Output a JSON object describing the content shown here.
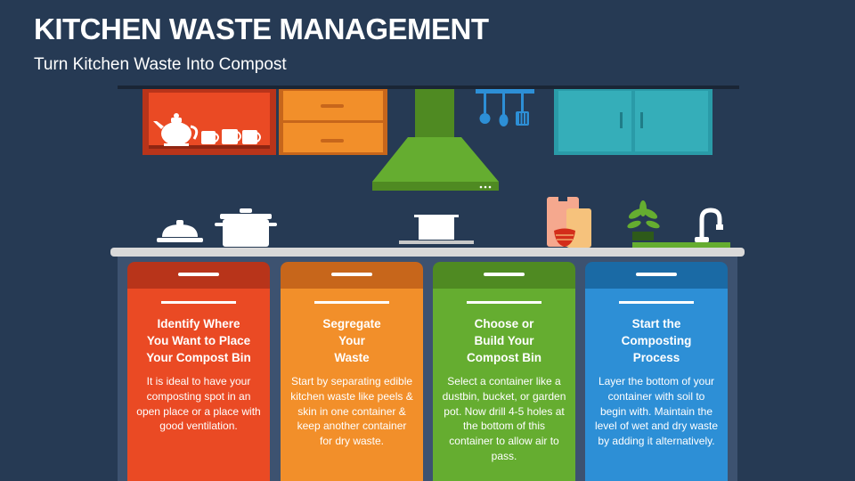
{
  "header": {
    "title": "KITCHEN WASTE MANAGEMENT",
    "subtitle": "Turn Kitchen Waste Into Compost"
  },
  "colors": {
    "background": "#263a54",
    "step1": "#ea4a24",
    "step2": "#f28f2a",
    "step3": "#65ad30",
    "step4": "#2d8fd6"
  },
  "steps": [
    {
      "heading": "Identify Where\nYou Want to Place\nYour Compost Bin",
      "text": "It is ideal to have your composting spot in an open place or a place with good ventilation."
    },
    {
      "heading": "Segregate\nYour\nWaste",
      "text": "Start by separating edible kitchen waste like peels & skin in one container & keep another container for dry waste."
    },
    {
      "heading": "Choose or\nBuild Your\nCompost Bin",
      "text": "Select a container like a dustbin, bucket, or garden pot. Now drill 4-5 holes at the bottom of this container to allow air to pass."
    },
    {
      "heading": "Start the\nComposting\nProcess",
      "text": "Layer the bottom of your container with soil to begin with. Maintain the level of wet and dry waste by adding it alternatively."
    }
  ]
}
